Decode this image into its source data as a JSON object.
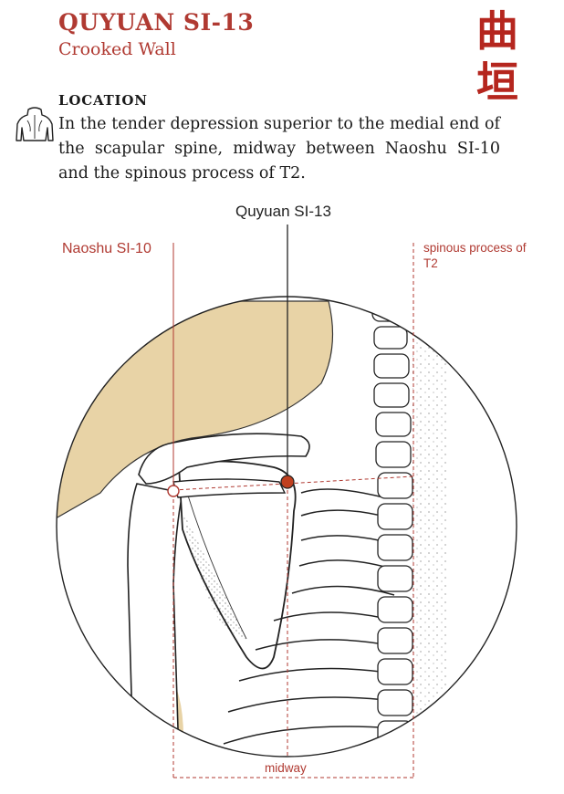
{
  "point": {
    "name": "QUYUAN SI-13",
    "english": "Crooked Wall",
    "chinese_line1": "曲",
    "chinese_line2": "垣"
  },
  "location": {
    "heading": "LOCATION",
    "text": "In the tender depression superior to the medial end of the scapular spine, midway between Naoshu SI-10 and the spinous process of T2.",
    "icon": "upper-back-torso-icon"
  },
  "diagram": {
    "label_main_point": "Quyuan SI-13",
    "label_reference_point": "Naoshu SI-10",
    "label_spinous_process": "spinous process of T2",
    "label_midway": "midway",
    "colors": {
      "accent": "#b03a32",
      "point_fill": "#c0401f",
      "shading": "#e8d3a6",
      "line": "#222222"
    }
  }
}
